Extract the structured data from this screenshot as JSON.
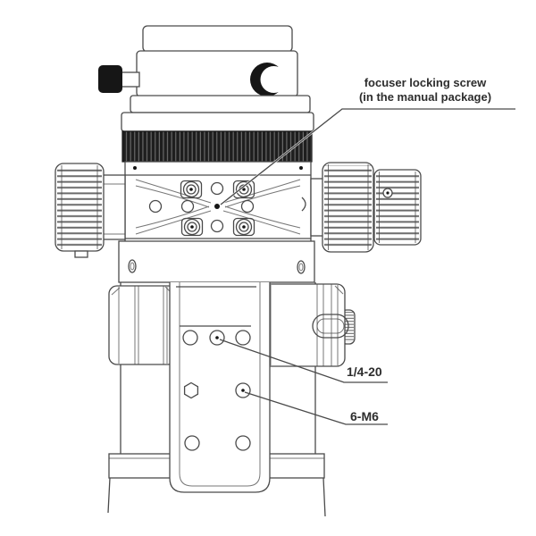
{
  "diagram": {
    "labels": {
      "locking_screw": {
        "line1": "focuser locking screw",
        "line2": "(in the manual package)"
      },
      "thread_quarter20": "1/4-20",
      "thread_6m6": "6-M6"
    },
    "colors": {
      "background": "#ffffff",
      "line": "#4a4a4a",
      "dark": "#161616",
      "text": "#2d2d2d"
    }
  }
}
